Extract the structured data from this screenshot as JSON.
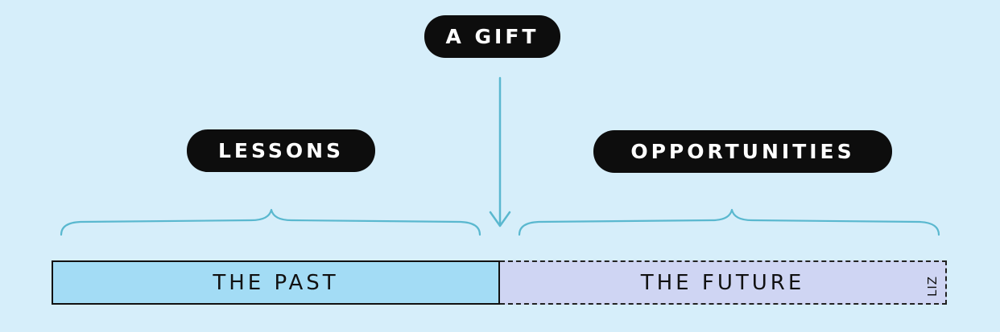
{
  "labels": {
    "gift": "A GIFT",
    "lessons": "LESSONS",
    "opportunities": "OPPORTUNITIES"
  },
  "timeline": {
    "past": "THE PAST",
    "future": "THE FUTURE"
  },
  "signature": "LIZ",
  "colors": {
    "background": "#d6eefa",
    "pill": "#0d0d0d",
    "line": "#5ab8cf",
    "past_fill": "#a3dcf5",
    "future_fill": "#cfd5f3"
  }
}
